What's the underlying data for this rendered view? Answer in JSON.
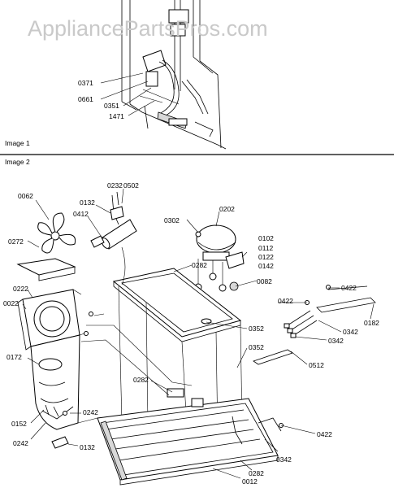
{
  "watermark": "AppliancePartsPros.com",
  "sections": {
    "image1": "Image 1",
    "image2": "Image 2"
  },
  "image1_callouts": [
    "0371",
    "0661",
    "0351",
    "1471"
  ],
  "image2_callouts": {
    "c0062": "0062",
    "c0232": "0232",
    "c0502": "0502",
    "c0132a": "0132",
    "c0412": "0412",
    "c0302": "0302",
    "c0202": "0202",
    "c0102": "0102",
    "c0112": "0112",
    "c0122": "0122",
    "c0142": "0142",
    "c0272": "0272",
    "c0282a": "0282",
    "c0082": "0082",
    "c0222": "0222",
    "c0422a": "0422",
    "c0022": "0022",
    "c0422b": "0422",
    "c0182": "0182",
    "c0342a": "0342",
    "c0342b": "0342",
    "c0352a": "0352",
    "c0352b": "0352",
    "c0172": "0172",
    "c0512": "0512",
    "c0282b": "0282",
    "c0242a": "0242",
    "c0152": "0152",
    "c0242b": "0242",
    "c0132b": "0132",
    "c0422c": "0422",
    "c0342c": "0342",
    "c0282c": "0282",
    "c0012": "0012"
  }
}
